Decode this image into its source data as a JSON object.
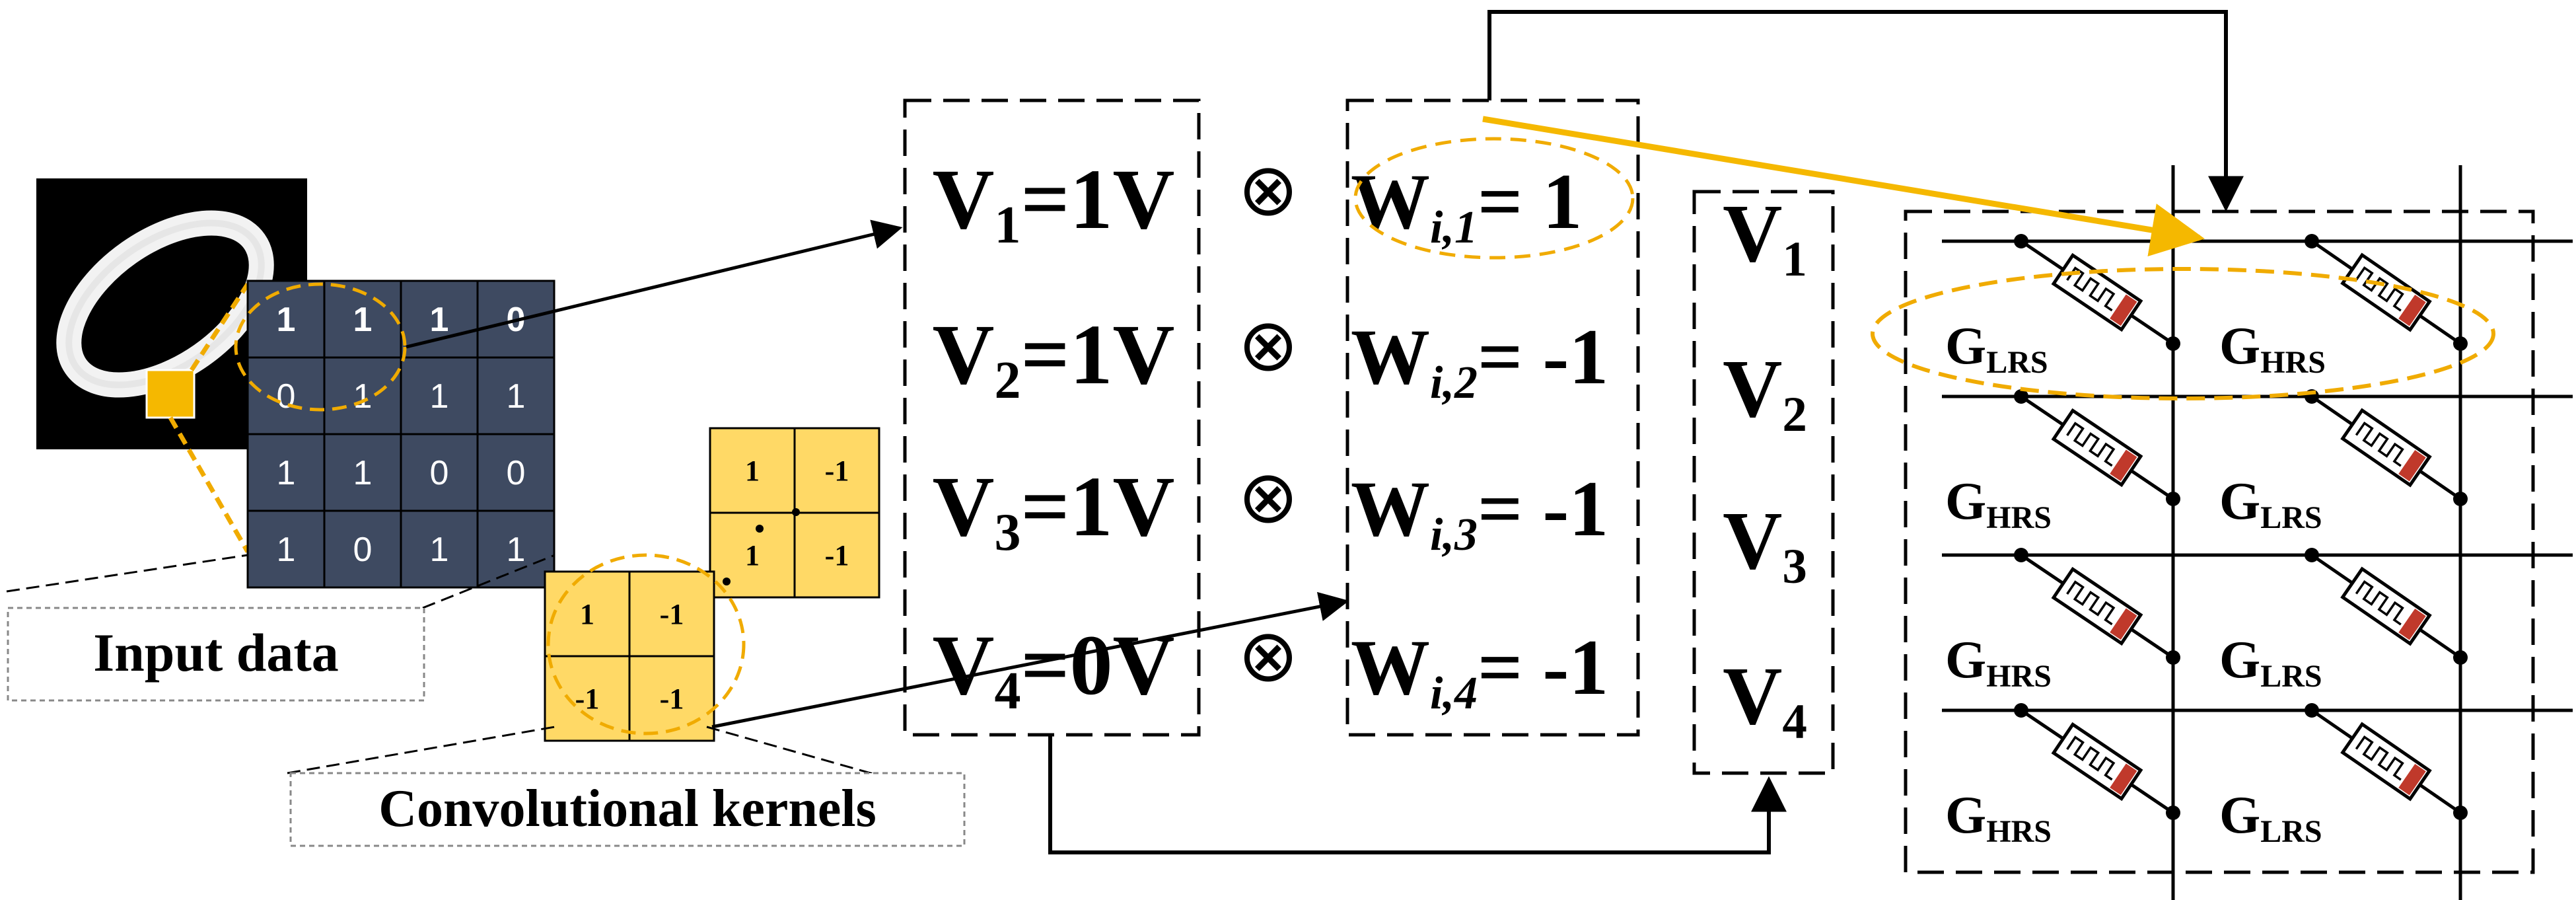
{
  "input": {
    "caption": "Input data",
    "matrix": [
      [
        "1",
        "1",
        "1",
        "0"
      ],
      [
        "0",
        "1",
        "1",
        "1"
      ],
      [
        "1",
        "1",
        "0",
        "0"
      ],
      [
        "1",
        "0",
        "1",
        "1"
      ]
    ]
  },
  "kernels": {
    "caption": "Convolutional kernels",
    "back": [
      [
        "1",
        "-1"
      ],
      [
        "1",
        "-1"
      ]
    ],
    "front": [
      [
        "1",
        "-1"
      ],
      [
        "-1",
        "-1"
      ]
    ]
  },
  "voltages": {
    "rows": [
      {
        "name": "V",
        "sub": "1",
        "value": "1V"
      },
      {
        "name": "V",
        "sub": "2",
        "value": "1V"
      },
      {
        "name": "V",
        "sub": "3",
        "value": "1V"
      },
      {
        "name": "V",
        "sub": "4",
        "value": "0V"
      }
    ]
  },
  "operator": "⊗",
  "weights": {
    "rows": [
      {
        "name": "W",
        "sub": "i,1",
        "value": "1"
      },
      {
        "name": "W",
        "sub": "i,2",
        "value": "-1"
      },
      {
        "name": "W",
        "sub": "i,3",
        "value": "-1"
      },
      {
        "name": "W",
        "sub": "i,4",
        "value": "-1"
      }
    ]
  },
  "inputs": {
    "rows": [
      {
        "name": "V",
        "sub": "1"
      },
      {
        "name": "V",
        "sub": "2"
      },
      {
        "name": "V",
        "sub": "3"
      },
      {
        "name": "V",
        "sub": "4"
      }
    ]
  },
  "crossbar": {
    "rows": [
      [
        {
          "g": "G",
          "sub": "LRS"
        },
        {
          "g": "G",
          "sub": "HRS"
        }
      ],
      [
        {
          "g": "G",
          "sub": "HRS"
        },
        {
          "g": "G",
          "sub": "LRS"
        }
      ],
      [
        {
          "g": "G",
          "sub": "HRS"
        },
        {
          "g": "G",
          "sub": "LRS"
        }
      ],
      [
        {
          "g": "G",
          "sub": "HRS"
        },
        {
          "g": "G",
          "sub": "LRS"
        }
      ]
    ]
  },
  "colors": {
    "navy": "#3e4a61",
    "yellow": "#ffd966",
    "orange": "#f0ab00",
    "accent": "#f5b800",
    "resistor_tip": "#c0392b"
  }
}
